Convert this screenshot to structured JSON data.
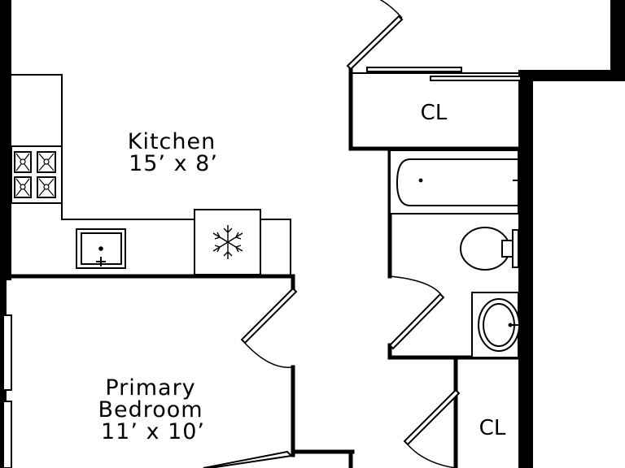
{
  "colors": {
    "wall": "#000000",
    "background": "#ffffff",
    "fixture_fill": "#ffffff"
  },
  "rooms": {
    "kitchen": {
      "name": "Kitchen",
      "size": "15’ x 8’"
    },
    "primary_bedroom": {
      "name_line1": "Primary",
      "name_line2": "Bedroom",
      "size": "11’ x 10’"
    },
    "closet_upper": {
      "name": "CL"
    },
    "closet_lower": {
      "name": "CL"
    }
  },
  "icons": {
    "fridge": "snowflake-icon",
    "stove": "stove-burners-icon",
    "sink": "sink-icon",
    "toilet": "toilet-icon",
    "tub": "bathtub-icon",
    "vanity": "vanity-sink-icon"
  }
}
